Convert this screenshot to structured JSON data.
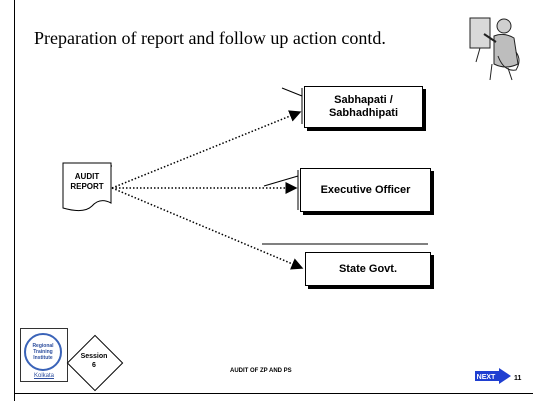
{
  "slide": {
    "title": "Preparation of report and follow up action contd.",
    "footer": "AUDIT OF ZP AND PS",
    "page_number": "11",
    "next_label": "NEXT"
  },
  "diagram": {
    "source": {
      "label_line1": "AUDIT",
      "label_line2": "REPORT"
    },
    "targets": [
      {
        "label_line1": "Sabhapati /",
        "label_line2": "Sabhadhipati"
      },
      {
        "label_line1": "Executive Officer",
        "label_line2": ""
      },
      {
        "label_line1": "State Govt.",
        "label_line2": ""
      }
    ]
  },
  "logo": {
    "line1": "Regional",
    "line2": "Training",
    "line3": "Institute",
    "city": "Kolkata"
  },
  "session": {
    "line1": "Session",
    "line2": "6"
  },
  "colors": {
    "logo_blue": "#3a63b8",
    "next_blue": "#1f3fd1"
  },
  "icons": {
    "presenter": "presenter-figure-icon",
    "next": "next-arrow-icon",
    "report": "document-icon"
  }
}
